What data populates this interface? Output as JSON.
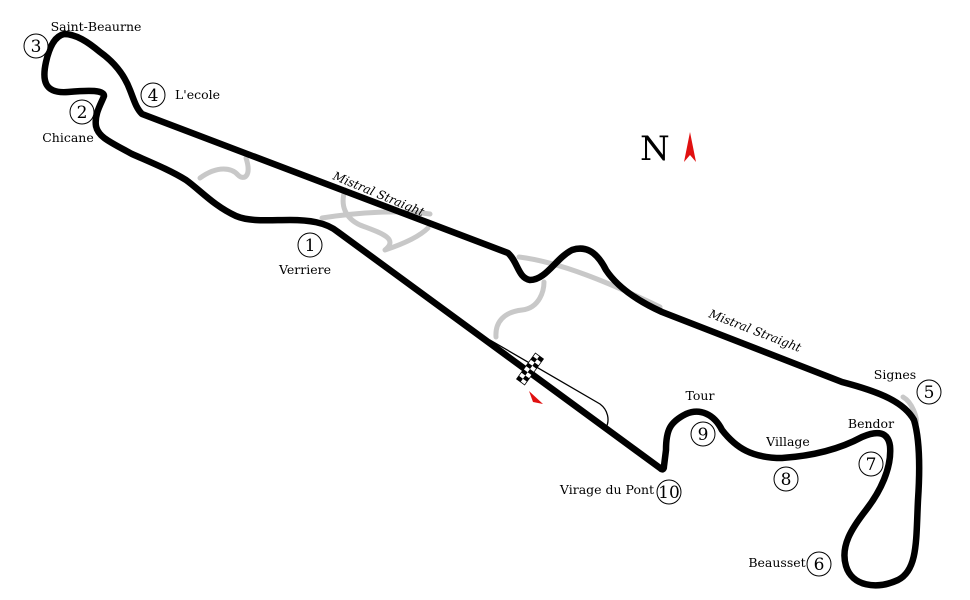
{
  "compass": {
    "letter": "N",
    "arrow_color": "#e01010"
  },
  "colors": {
    "track": "#000000",
    "unused_track": "#c8c8c8",
    "start_arrow": "#e01010"
  },
  "straights": [
    {
      "label": "Mistral Straight"
    },
    {
      "label": "Mistral Straight"
    }
  ],
  "corners": [
    {
      "number": "1",
      "name": "Verriere"
    },
    {
      "number": "2",
      "name": "Chicane"
    },
    {
      "number": "3",
      "name": "Saint-Beaurne"
    },
    {
      "number": "4",
      "name": "L'ecole"
    },
    {
      "number": "5",
      "name": "Signes"
    },
    {
      "number": "6",
      "name": "Beausset"
    },
    {
      "number": "7",
      "name": "Bendor"
    },
    {
      "number": "8",
      "name": "Village"
    },
    {
      "number": "9",
      "name": "Tour"
    },
    {
      "number": "10",
      "name": "Virage du Pont"
    }
  ]
}
